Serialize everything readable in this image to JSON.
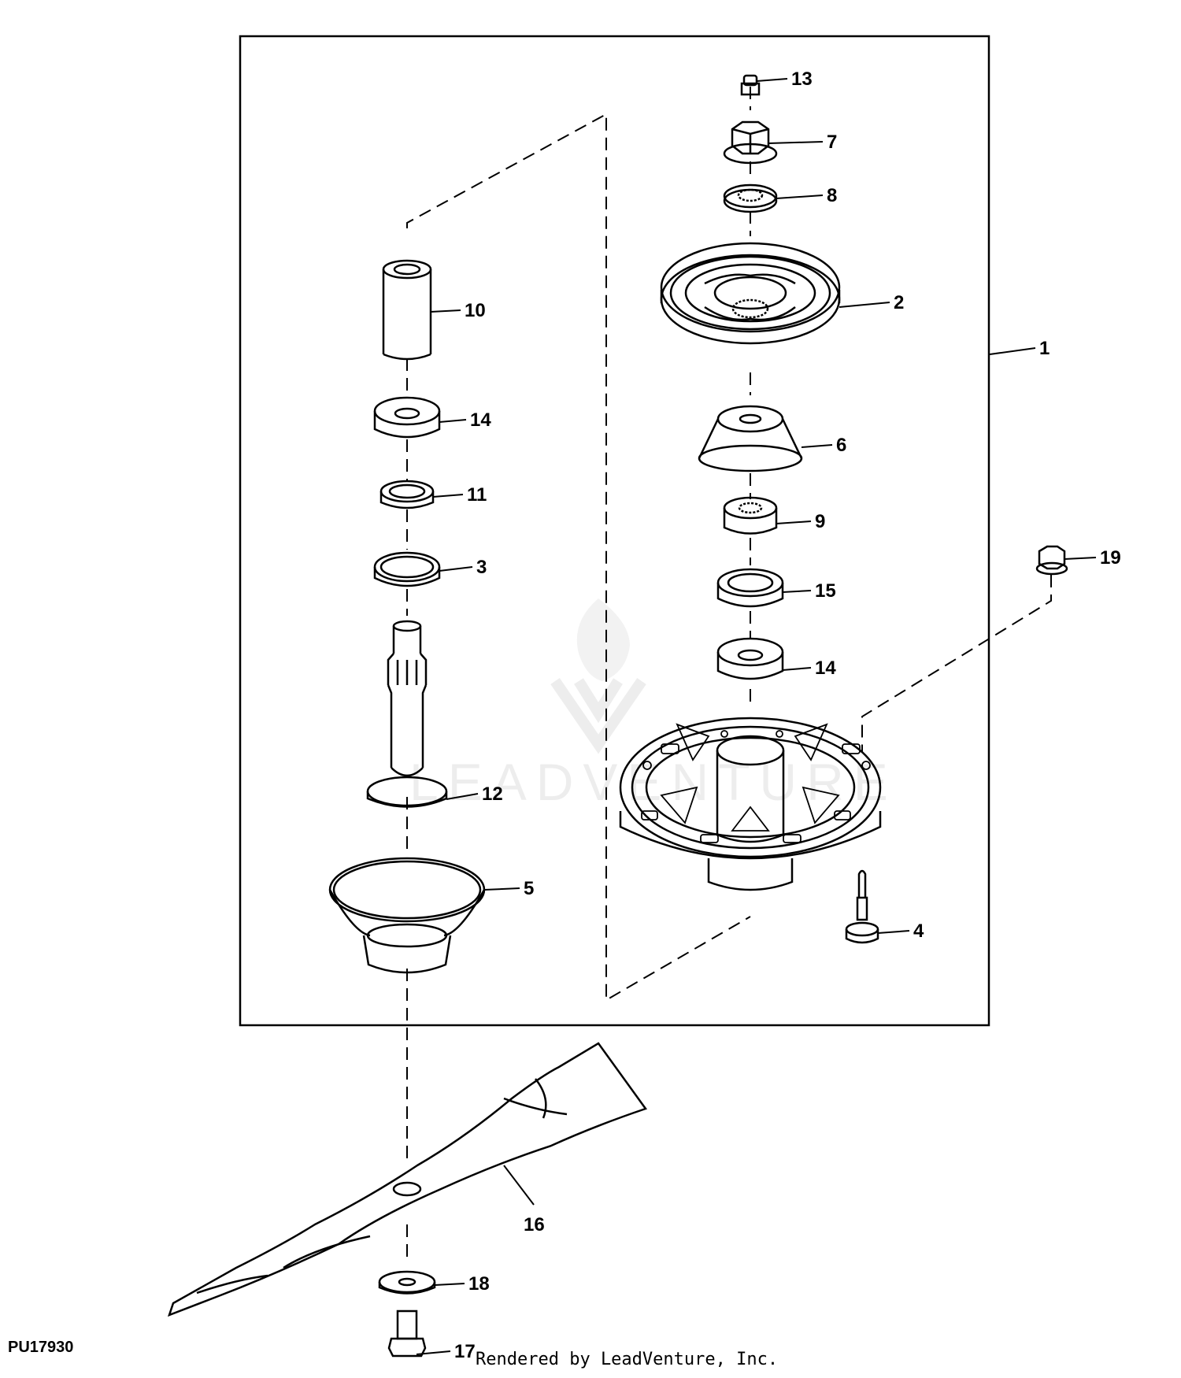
{
  "figure_id": "PU17930",
  "footer": "Rendered by LeadVenture, Inc.",
  "watermark": "LEADVENTURE",
  "callouts": {
    "c1": "1",
    "c2": "2",
    "c3": "3",
    "c4": "4",
    "c5": "5",
    "c6": "6",
    "c7": "7",
    "c8": "8",
    "c9": "9",
    "c10": "10",
    "c11": "11",
    "c12": "12",
    "c13": "13",
    "c14a": "14",
    "c14b": "14",
    "c15": "15",
    "c16": "16",
    "c17": "17",
    "c18": "18",
    "c19": "19"
  }
}
